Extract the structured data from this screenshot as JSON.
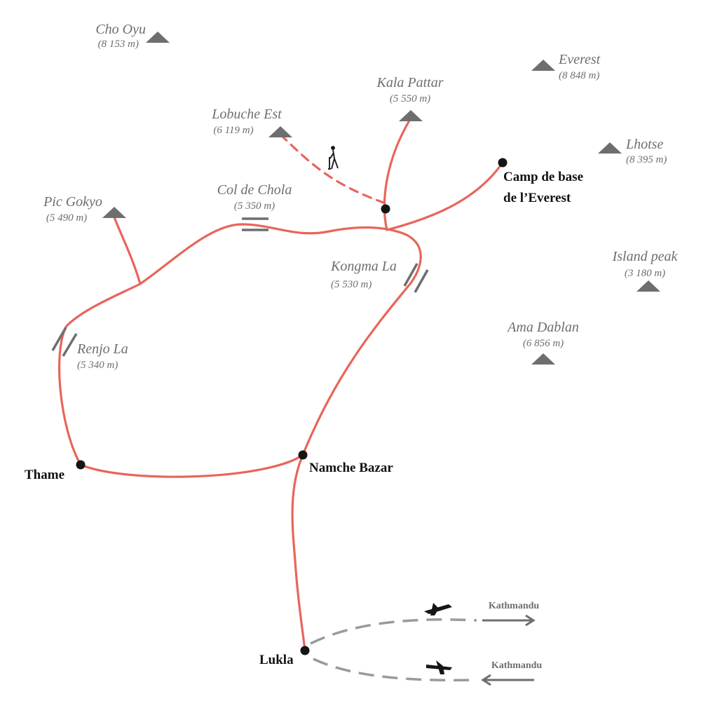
{
  "colors": {
    "route": "#e8655a",
    "peak": "#6e6e6e",
    "flight": "#9a9a9a"
  },
  "peaks": [
    {
      "name": "Cho Oyu",
      "elevation": "(8 153 m)"
    },
    {
      "name": "Everest",
      "elevation": "(8 848 m)"
    },
    {
      "name": "Kala Pattar",
      "elevation": "(5 550 m)"
    },
    {
      "name": "Lobuche Est",
      "elevation": "(6 119 m)"
    },
    {
      "name": "Lhotse",
      "elevation": "(8 395 m)"
    },
    {
      "name": "Pic Gokyo",
      "elevation": "(5 490 m)"
    },
    {
      "name": "Island peak",
      "elevation": "(3 180 m)"
    },
    {
      "name": "Ama Dablan",
      "elevation": "(6 856 m)"
    }
  ],
  "passes": [
    {
      "name": "Col de Chola",
      "elevation": "(5 350 m)"
    },
    {
      "name": "Kongma La",
      "elevation": "(5 530 m)"
    },
    {
      "name": "Renjo La",
      "elevation": "(5 340 m)"
    }
  ],
  "places": {
    "thame": "Thame",
    "namche": "Namche Bazar",
    "camp_line1": "Camp de base",
    "camp_line2": "de l’Everest",
    "lukla": "Lukla"
  },
  "flights": [
    {
      "label": "Kathmandu",
      "direction": "outbound"
    },
    {
      "label": "Kathmandu",
      "direction": "inbound"
    }
  ]
}
